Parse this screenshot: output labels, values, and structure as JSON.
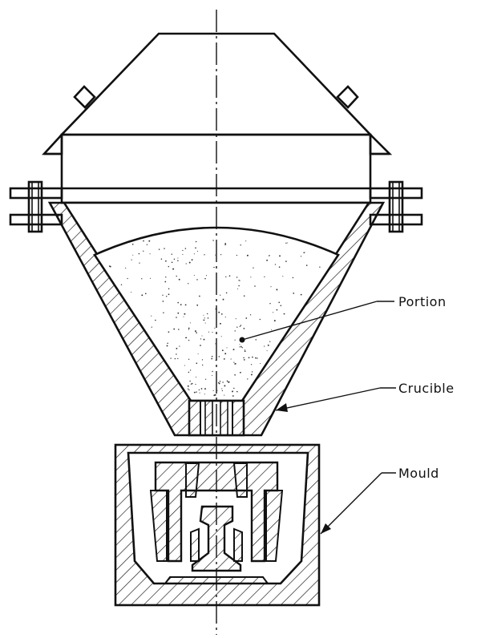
{
  "labels": {
    "portion": "Portion",
    "crucible": "Crucible",
    "mould": "Mould"
  },
  "colors": {
    "line": "#111111",
    "background": "#ffffff"
  }
}
